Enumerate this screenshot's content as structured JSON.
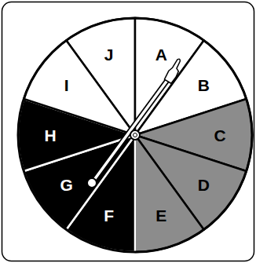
{
  "diagram": {
    "labels": [
      "J",
      "A",
      "B",
      "C",
      "D",
      "E",
      "F",
      "G",
      "H",
      "I"
    ]
  }
}
